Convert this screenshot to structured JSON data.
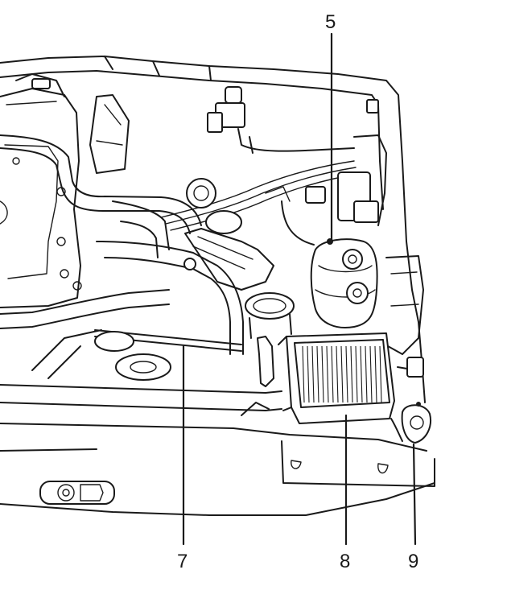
{
  "callouts": [
    {
      "label": "5",
      "target": "reservoir-cap"
    },
    {
      "label": "7",
      "target": "drive-belt"
    },
    {
      "label": "8",
      "target": "battery"
    },
    {
      "label": "9",
      "target": "coolant-reservoir-cap"
    }
  ]
}
